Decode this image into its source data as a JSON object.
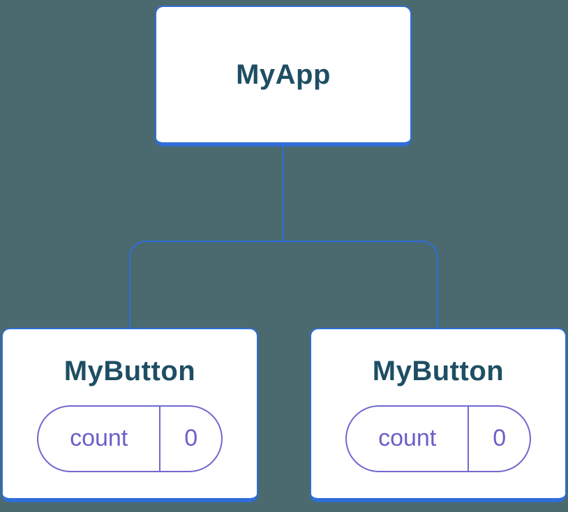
{
  "diagram": {
    "title": "component-tree",
    "root": {
      "label": "MyApp"
    },
    "children": [
      {
        "label": "MyButton",
        "state": {
          "key": "count",
          "value": "0"
        }
      },
      {
        "label": "MyButton",
        "state": {
          "key": "count",
          "value": "0"
        }
      }
    ],
    "colors": {
      "background": "#4a6a70",
      "connector_blue": "#2f6ed8",
      "node_text": "#1e4e63",
      "state_purple_border": "#7168cf",
      "state_purple_text": "#6a60c8",
      "node_fill": "#ffffff"
    }
  }
}
